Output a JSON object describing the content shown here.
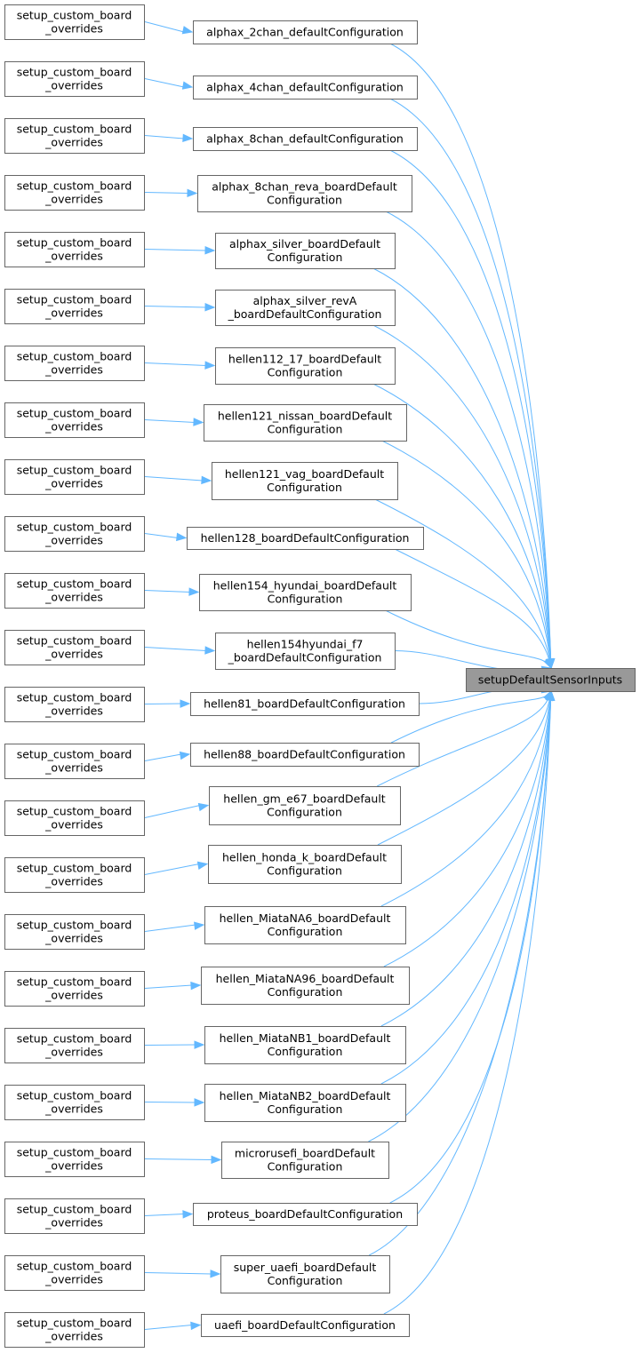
{
  "colors": {
    "edge": "#63b8ff",
    "node_border": "#666666",
    "focus_fill": "#999999"
  },
  "target": {
    "label": "setupDefaultSensorInputs"
  },
  "rows": [
    {
      "caller": [
        "setup_custom_board",
        "_overrides"
      ],
      "middle": [
        "alphax_2chan_defaultConfiguration"
      ]
    },
    {
      "caller": [
        "setup_custom_board",
        "_overrides"
      ],
      "middle": [
        "alphax_4chan_defaultConfiguration"
      ]
    },
    {
      "caller": [
        "setup_custom_board",
        "_overrides"
      ],
      "middle": [
        "alphax_8chan_defaultConfiguration"
      ]
    },
    {
      "caller": [
        "setup_custom_board",
        "_overrides"
      ],
      "middle": [
        "alphax_8chan_reva_boardDefault",
        "Configuration"
      ]
    },
    {
      "caller": [
        "setup_custom_board",
        "_overrides"
      ],
      "middle": [
        "alphax_silver_boardDefault",
        "Configuration"
      ]
    },
    {
      "caller": [
        "setup_custom_board",
        "_overrides"
      ],
      "middle": [
        "alphax_silver_revA",
        "_boardDefaultConfiguration"
      ]
    },
    {
      "caller": [
        "setup_custom_board",
        "_overrides"
      ],
      "middle": [
        "hellen112_17_boardDefault",
        "Configuration"
      ]
    },
    {
      "caller": [
        "setup_custom_board",
        "_overrides"
      ],
      "middle": [
        "hellen121_nissan_boardDefault",
        "Configuration"
      ]
    },
    {
      "caller": [
        "setup_custom_board",
        "_overrides"
      ],
      "middle": [
        "hellen121_vag_boardDefault",
        "Configuration"
      ]
    },
    {
      "caller": [
        "setup_custom_board",
        "_overrides"
      ],
      "middle": [
        "hellen128_boardDefaultConfiguration"
      ]
    },
    {
      "caller": [
        "setup_custom_board",
        "_overrides"
      ],
      "middle": [
        "hellen154_hyundai_boardDefault",
        "Configuration"
      ]
    },
    {
      "caller": [
        "setup_custom_board",
        "_overrides"
      ],
      "middle": [
        "hellen154hyundai_f7",
        "_boardDefaultConfiguration"
      ]
    },
    {
      "caller": [
        "setup_custom_board",
        "_overrides"
      ],
      "middle": [
        "hellen81_boardDefaultConfiguration"
      ]
    },
    {
      "caller": [
        "setup_custom_board",
        "_overrides"
      ],
      "middle": [
        "hellen88_boardDefaultConfiguration"
      ]
    },
    {
      "caller": [
        "setup_custom_board",
        "_overrides"
      ],
      "middle": [
        "hellen_gm_e67_boardDefault",
        "Configuration"
      ]
    },
    {
      "caller": [
        "setup_custom_board",
        "_overrides"
      ],
      "middle": [
        "hellen_honda_k_boardDefault",
        "Configuration"
      ]
    },
    {
      "caller": [
        "setup_custom_board",
        "_overrides"
      ],
      "middle": [
        "hellen_MiataNA6_boardDefault",
        "Configuration"
      ]
    },
    {
      "caller": [
        "setup_custom_board",
        "_overrides"
      ],
      "middle": [
        "hellen_MiataNA96_boardDefault",
        "Configuration"
      ]
    },
    {
      "caller": [
        "setup_custom_board",
        "_overrides"
      ],
      "middle": [
        "hellen_MiataNB1_boardDefault",
        "Configuration"
      ]
    },
    {
      "caller": [
        "setup_custom_board",
        "_overrides"
      ],
      "middle": [
        "hellen_MiataNB2_boardDefault",
        "Configuration"
      ]
    },
    {
      "caller": [
        "setup_custom_board",
        "_overrides"
      ],
      "middle": [
        "microrusefi_boardDefault",
        "Configuration"
      ]
    },
    {
      "caller": [
        "setup_custom_board",
        "_overrides"
      ],
      "middle": [
        "proteus_boardDefaultConfiguration"
      ]
    },
    {
      "caller": [
        "setup_custom_board",
        "_overrides"
      ],
      "middle": [
        "super_uaefi_boardDefault",
        "Configuration"
      ]
    },
    {
      "caller": [
        "setup_custom_board",
        "_overrides"
      ],
      "middle": [
        "uaefi_boardDefaultConfiguration"
      ]
    }
  ]
}
